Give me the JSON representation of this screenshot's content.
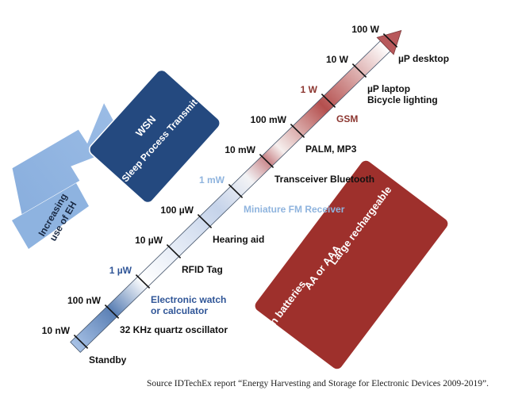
{
  "colors": {
    "black": "#111111",
    "blue_dark": "#2f5597",
    "blue_light": "#8fb4de",
    "red_dark": "#8c3630",
    "wsn_box": "#24497f",
    "battery_box": "#9e302c",
    "eh_arrow": "#8eb3e0"
  },
  "diagram": {
    "eh_label_line1": "Increasing",
    "eh_label_line2": "use of EH",
    "wsn_title": "WSN",
    "wsn_subtitle": "Sleep Process Transmit",
    "battery_items": [
      "Button batteries",
      "AA or AAA",
      "Large rechargeable"
    ],
    "scale_markers": [
      {
        "power": "10 nW",
        "color": "black",
        "apps": [
          {
            "text": "Standby",
            "color": "black"
          }
        ]
      },
      {
        "power": "100 nW",
        "color": "black",
        "apps": [
          {
            "text": "32 KHz quartz oscillator",
            "color": "black"
          }
        ]
      },
      {
        "power": "1 µW",
        "color": "blue_dark",
        "apps": [
          {
            "text": "Electronic watch",
            "color": "blue_dark"
          },
          {
            "text": "or calculator",
            "color": "blue_dark"
          }
        ]
      },
      {
        "power": "10 µW",
        "color": "black",
        "apps": [
          {
            "text": "RFID Tag",
            "color": "black"
          }
        ]
      },
      {
        "power": "100 µW",
        "color": "black",
        "apps": [
          {
            "text": "Hearing aid",
            "color": "black"
          }
        ]
      },
      {
        "power": "1 mW",
        "color": "blue_light",
        "apps": [
          {
            "text": "Miniature FM Receiver",
            "color": "blue_light"
          }
        ]
      },
      {
        "power": "10 mW",
        "color": "black",
        "apps": [
          {
            "text": "Transceiver Bluetooth",
            "color": "black"
          }
        ]
      },
      {
        "power": "100 mW",
        "color": "black",
        "apps": [
          {
            "text": "PALM, MP3",
            "color": "black"
          }
        ]
      },
      {
        "power": "1 W",
        "color": "red_dark",
        "apps": [
          {
            "text": "GSM",
            "color": "red_dark"
          }
        ]
      },
      {
        "power": "10 W",
        "color": "black",
        "apps": [
          {
            "text": "µP laptop",
            "color": "black"
          },
          {
            "text": "Bicycle lighting",
            "color": "black"
          }
        ]
      },
      {
        "power": "100 W",
        "color": "black",
        "apps": [
          {
            "text": "µP desktop",
            "color": "black"
          }
        ]
      }
    ]
  },
  "source": "Source IDTechEx report “Energy Harvesting and Storage for Electronic Devices 2009-2019”."
}
